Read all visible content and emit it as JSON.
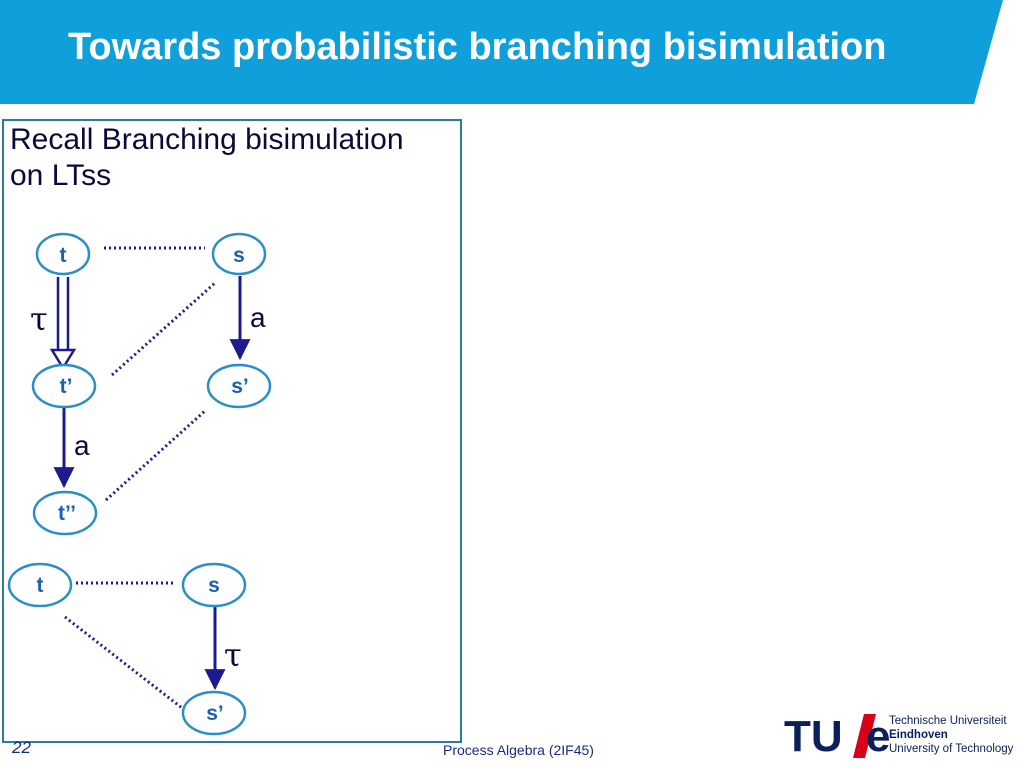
{
  "title": "Towards probabilistic branching bisimulation",
  "box": {
    "heading_line1": "Recall Branching bisimulation",
    "heading_line2": "on LTss"
  },
  "diagram1": {
    "nodes": {
      "t": "t",
      "s": "s",
      "t1": "t’",
      "s1": "s’",
      "t2": "t’’"
    },
    "edge_labels": {
      "tau": "τ",
      "a_s": "a",
      "a_t": "a"
    }
  },
  "diagram2": {
    "nodes": {
      "t": "t",
      "s": "s",
      "s1": "s’"
    },
    "edge_labels": {
      "tau": "τ"
    }
  },
  "footer": {
    "slide_number": "22",
    "course": "Process Algebra (2IF45)"
  },
  "logo": {
    "mark_tu": "TU",
    "mark_e": "e",
    "line1": "Technische Universiteit",
    "line2": "Eindhoven",
    "line3": "University of Technology"
  },
  "colors": {
    "banner": "#0fa0db",
    "node_stroke": "#2a8fc4",
    "node_text": "#1a5fb4",
    "edge": "#1b1b8f",
    "dotted": "#1b1b8f"
  }
}
